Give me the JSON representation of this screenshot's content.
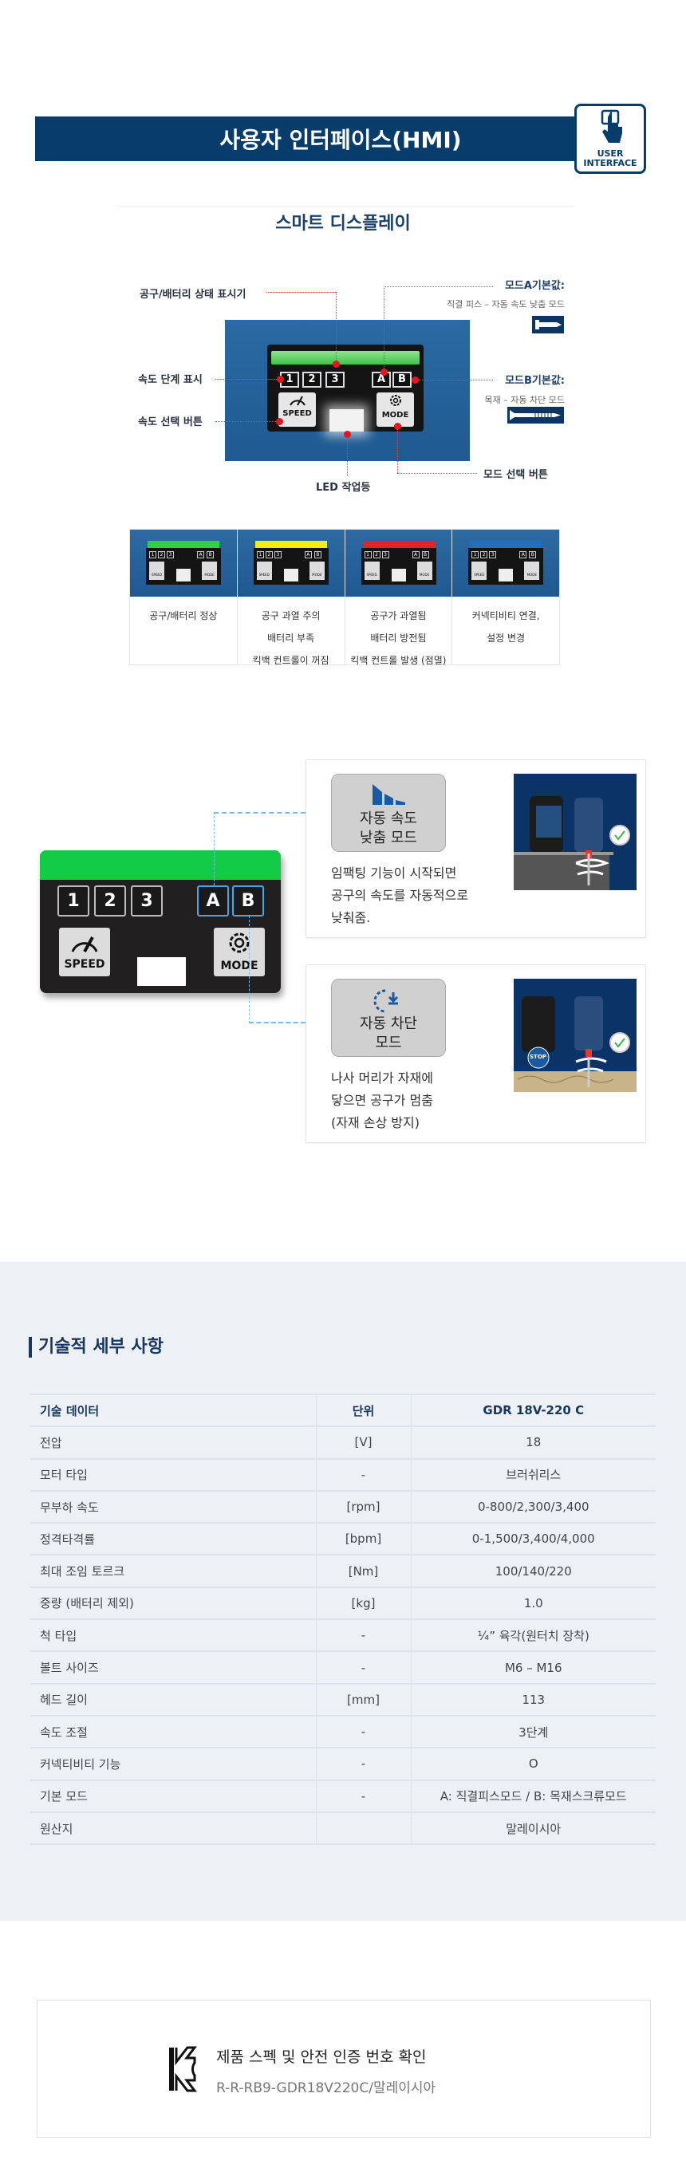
{
  "header": {
    "title": "사용자 인터페이스(HMI)",
    "badge_line1": "USER",
    "badge_line2": "INTERFACE"
  },
  "smart_display": {
    "title": "스마트 디스플레이",
    "labels": {
      "status_indicator": "공구/배터리 상태 표시기",
      "mode_a_title": "모드A기본값:",
      "mode_a_desc": "직결 피스 – 자동 속도 낮춤 모드",
      "speed_step": "속도 단계 표시",
      "mode_b_title": "모드B기본값:",
      "mode_b_desc": "목재 – 자동 차단 모드",
      "speed_button": "속도 선택 버튼",
      "mode_button": "모드 선택 버튼",
      "led": "LED 작업등"
    },
    "keys": [
      "1",
      "2",
      "3"
    ],
    "modes": [
      "A",
      "B"
    ],
    "speed_label": "SPEED",
    "mode_label": "MODE"
  },
  "status_cards": [
    {
      "color": "#2fd23a",
      "lines": [
        "공구/배터리 정상"
      ]
    },
    {
      "color": "#f7ec12",
      "lines": [
        "공구 과열 주의",
        "배터리 부족",
        "킥백 컨트롤이 꺼짐"
      ]
    },
    {
      "color": "#e3222a",
      "lines": [
        "공구가 과열됨",
        "배터리 방전됨",
        "킥백 컨트롤 발생 (점멸)"
      ]
    },
    {
      "color": "#1f6fbf",
      "lines": [
        "커넥티비티 연결,",
        "설정 변경"
      ]
    }
  ],
  "mode_cards": [
    {
      "title_lines": [
        "자동 속도",
        "낮춤 모드"
      ],
      "desc_lines": [
        "임팩팅 기능이 시작되면",
        "공구의 속도를 자동적으로",
        "낮춰줌."
      ]
    },
    {
      "title_lines": [
        "자동 차단",
        "모드"
      ],
      "desc_lines": [
        "나사 머리가 자재에",
        "닿으면 공구가 멈춤",
        "(자재 손상 방지)"
      ],
      "stop_label": "STOP"
    }
  ],
  "specs": {
    "title": "기술적 세부 사항",
    "headers": [
      "기술 데이터",
      "단위",
      "GDR 18V-220 C"
    ],
    "rows": [
      [
        "전압",
        "[V]",
        "18"
      ],
      [
        "모터 타입",
        "-",
        "브러쉬리스"
      ],
      [
        "무부하 속도",
        "[rpm]",
        "0-800/2,300/3,400"
      ],
      [
        "정격타격률",
        "[bpm]",
        "0-1,500/3,400/4,000"
      ],
      [
        "최대 조임 토르크",
        "[Nm]",
        "100/140/220"
      ],
      [
        "중량 (배터리 제외)",
        "[kg]",
        "1.0"
      ],
      [
        "척 타입",
        "-",
        "¼” 육각(원터치 장착)"
      ],
      [
        "볼트 사이즈",
        "-",
        "M6 – M16"
      ],
      [
        "헤드 길이",
        "[mm]",
        "113"
      ],
      [
        "속도 조절",
        "-",
        "3단계"
      ],
      [
        "커넥티비티 기능",
        "-",
        "O"
      ],
      [
        "기본 모드",
        "-",
        "A: 직결피스모드 / B: 목재스크류모드"
      ],
      [
        "원산지",
        "",
        "말레이시아"
      ]
    ]
  },
  "kc": {
    "title": "제품 스펙 및 안전 인증 번호 확인",
    "code": "R-R-RB9-GDR18V220C/말레이시아"
  }
}
